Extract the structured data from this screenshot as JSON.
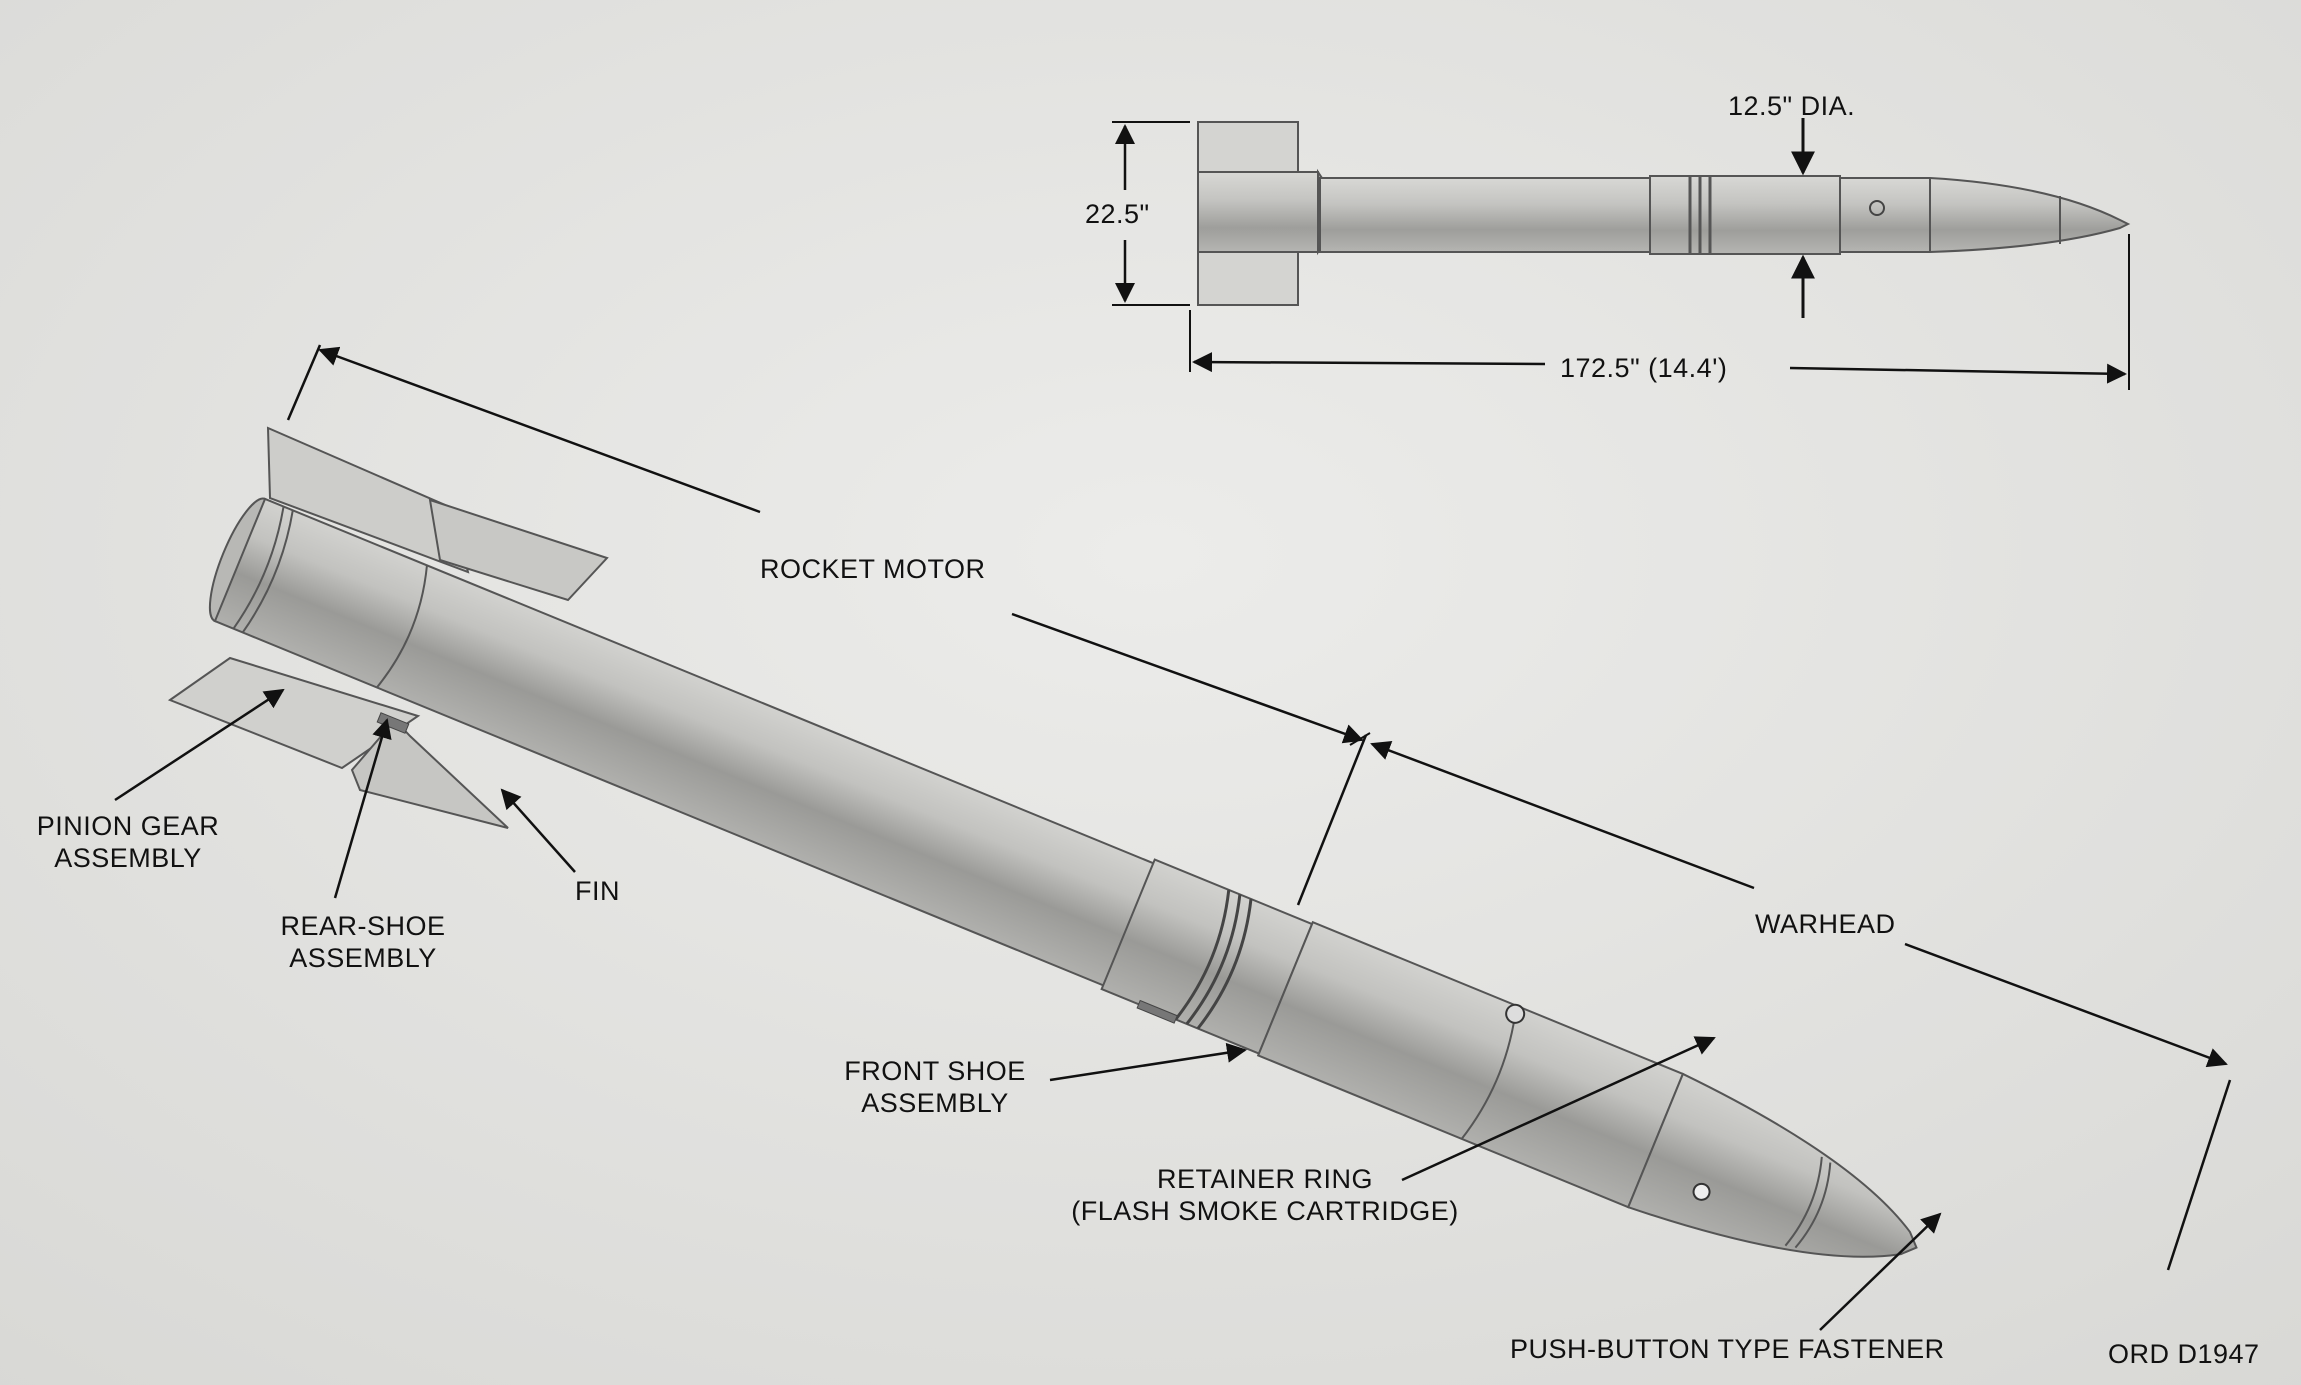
{
  "top_view": {
    "diameter_label": "12.5\" DIA.",
    "span_label": "22.5\"",
    "length_label": "172.5\" (14.4')"
  },
  "perspective_view": {
    "section_labels": {
      "rocket_motor": "ROCKET MOTOR",
      "warhead": "WARHEAD"
    },
    "callouts": {
      "pinion_gear": [
        "PINION GEAR",
        "ASSEMBLY"
      ],
      "rear_shoe": [
        "REAR-SHOE",
        "ASSEMBLY"
      ],
      "fin": "FIN",
      "front_shoe": [
        "FRONT SHOE",
        "ASSEMBLY"
      ],
      "retainer_ring": [
        "RETAINER RING",
        "(FLASH SMOKE CARTRIDGE)"
      ],
      "push_button": "PUSH-BUTTON TYPE FASTENER"
    }
  },
  "drawing_number": "ORD D1947",
  "colors": {
    "paper": "#e6e6e3",
    "ink": "#111111",
    "body_light": "#c9c9c6",
    "body_dark": "#8a8a88",
    "fin": "#cfcfcc"
  }
}
